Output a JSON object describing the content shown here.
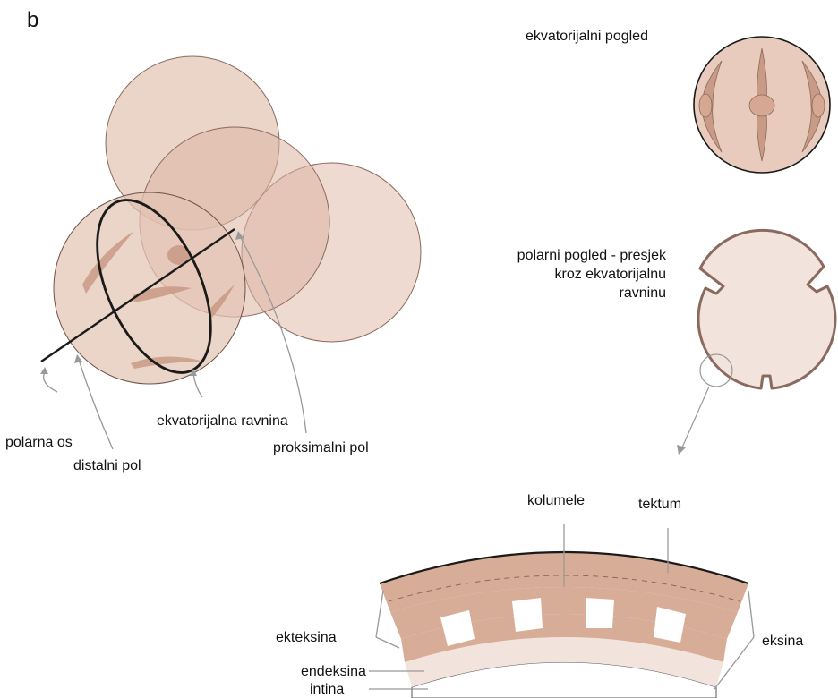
{
  "panel_letter": "b",
  "labels": {
    "polar_axis": "polarna os",
    "distal_pole": "distalni pol",
    "equatorial_plane": "ekvatorijalna ravnina",
    "proximal_pole": "proksimalni pol",
    "equatorial_view": "ekvatorijalni pogled",
    "polar_view_line1": "polarni pogled - presjek",
    "polar_view_line2": "kroz ekvatorijalnu",
    "polar_view_line3": "ravninu",
    "columellae": "kolumele",
    "tectum": "tektum",
    "ectexine": "ekteksina",
    "exine": "eksina",
    "endexine": "endeksina",
    "intine": "intina"
  },
  "colors": {
    "pollen_fill": "#e3c3b3",
    "pollen_stroke": "#8a6a5e",
    "aperture": "#c99a86",
    "pale_fill": "#f1e3db",
    "wall": "#d8ad97",
    "endexine": "#f2e4dc",
    "leader": "#999999"
  }
}
